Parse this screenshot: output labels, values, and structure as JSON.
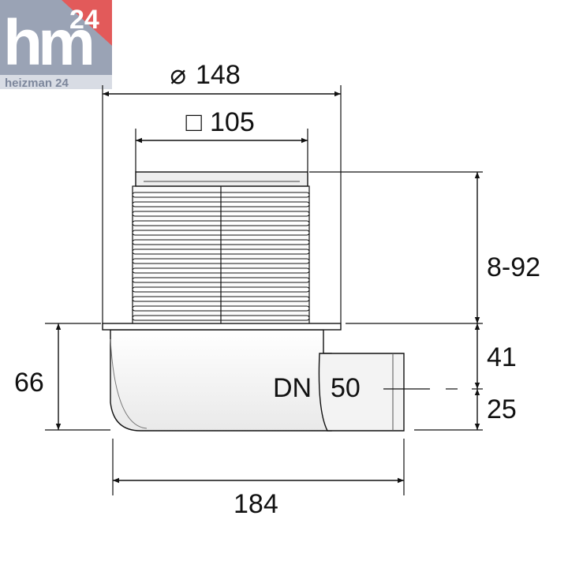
{
  "logo": {
    "brand_letters": "hm",
    "brand_number": "24",
    "tagline": "heizman 24",
    "colors": {
      "tile": "#9aa3b5",
      "accent": "#e25a5a",
      "tagline_bg": "#d8dce4"
    }
  },
  "dimensions": {
    "outer_diameter": {
      "symbol": "⌀",
      "value": "148"
    },
    "inner_square": {
      "symbol": "□",
      "value": "105"
    },
    "height_adjust": {
      "value": "8-92"
    },
    "body_height": {
      "value": "66"
    },
    "outlet_top": {
      "value": "41"
    },
    "outlet_bottom": {
      "value": "25"
    },
    "total_width": {
      "value": "184"
    },
    "outlet_size": {
      "label": "DN",
      "value": "50"
    }
  },
  "colors": {
    "line": "#111111",
    "body_fill": "#f6f6f6",
    "rib_fill": "#fbfbfb"
  }
}
